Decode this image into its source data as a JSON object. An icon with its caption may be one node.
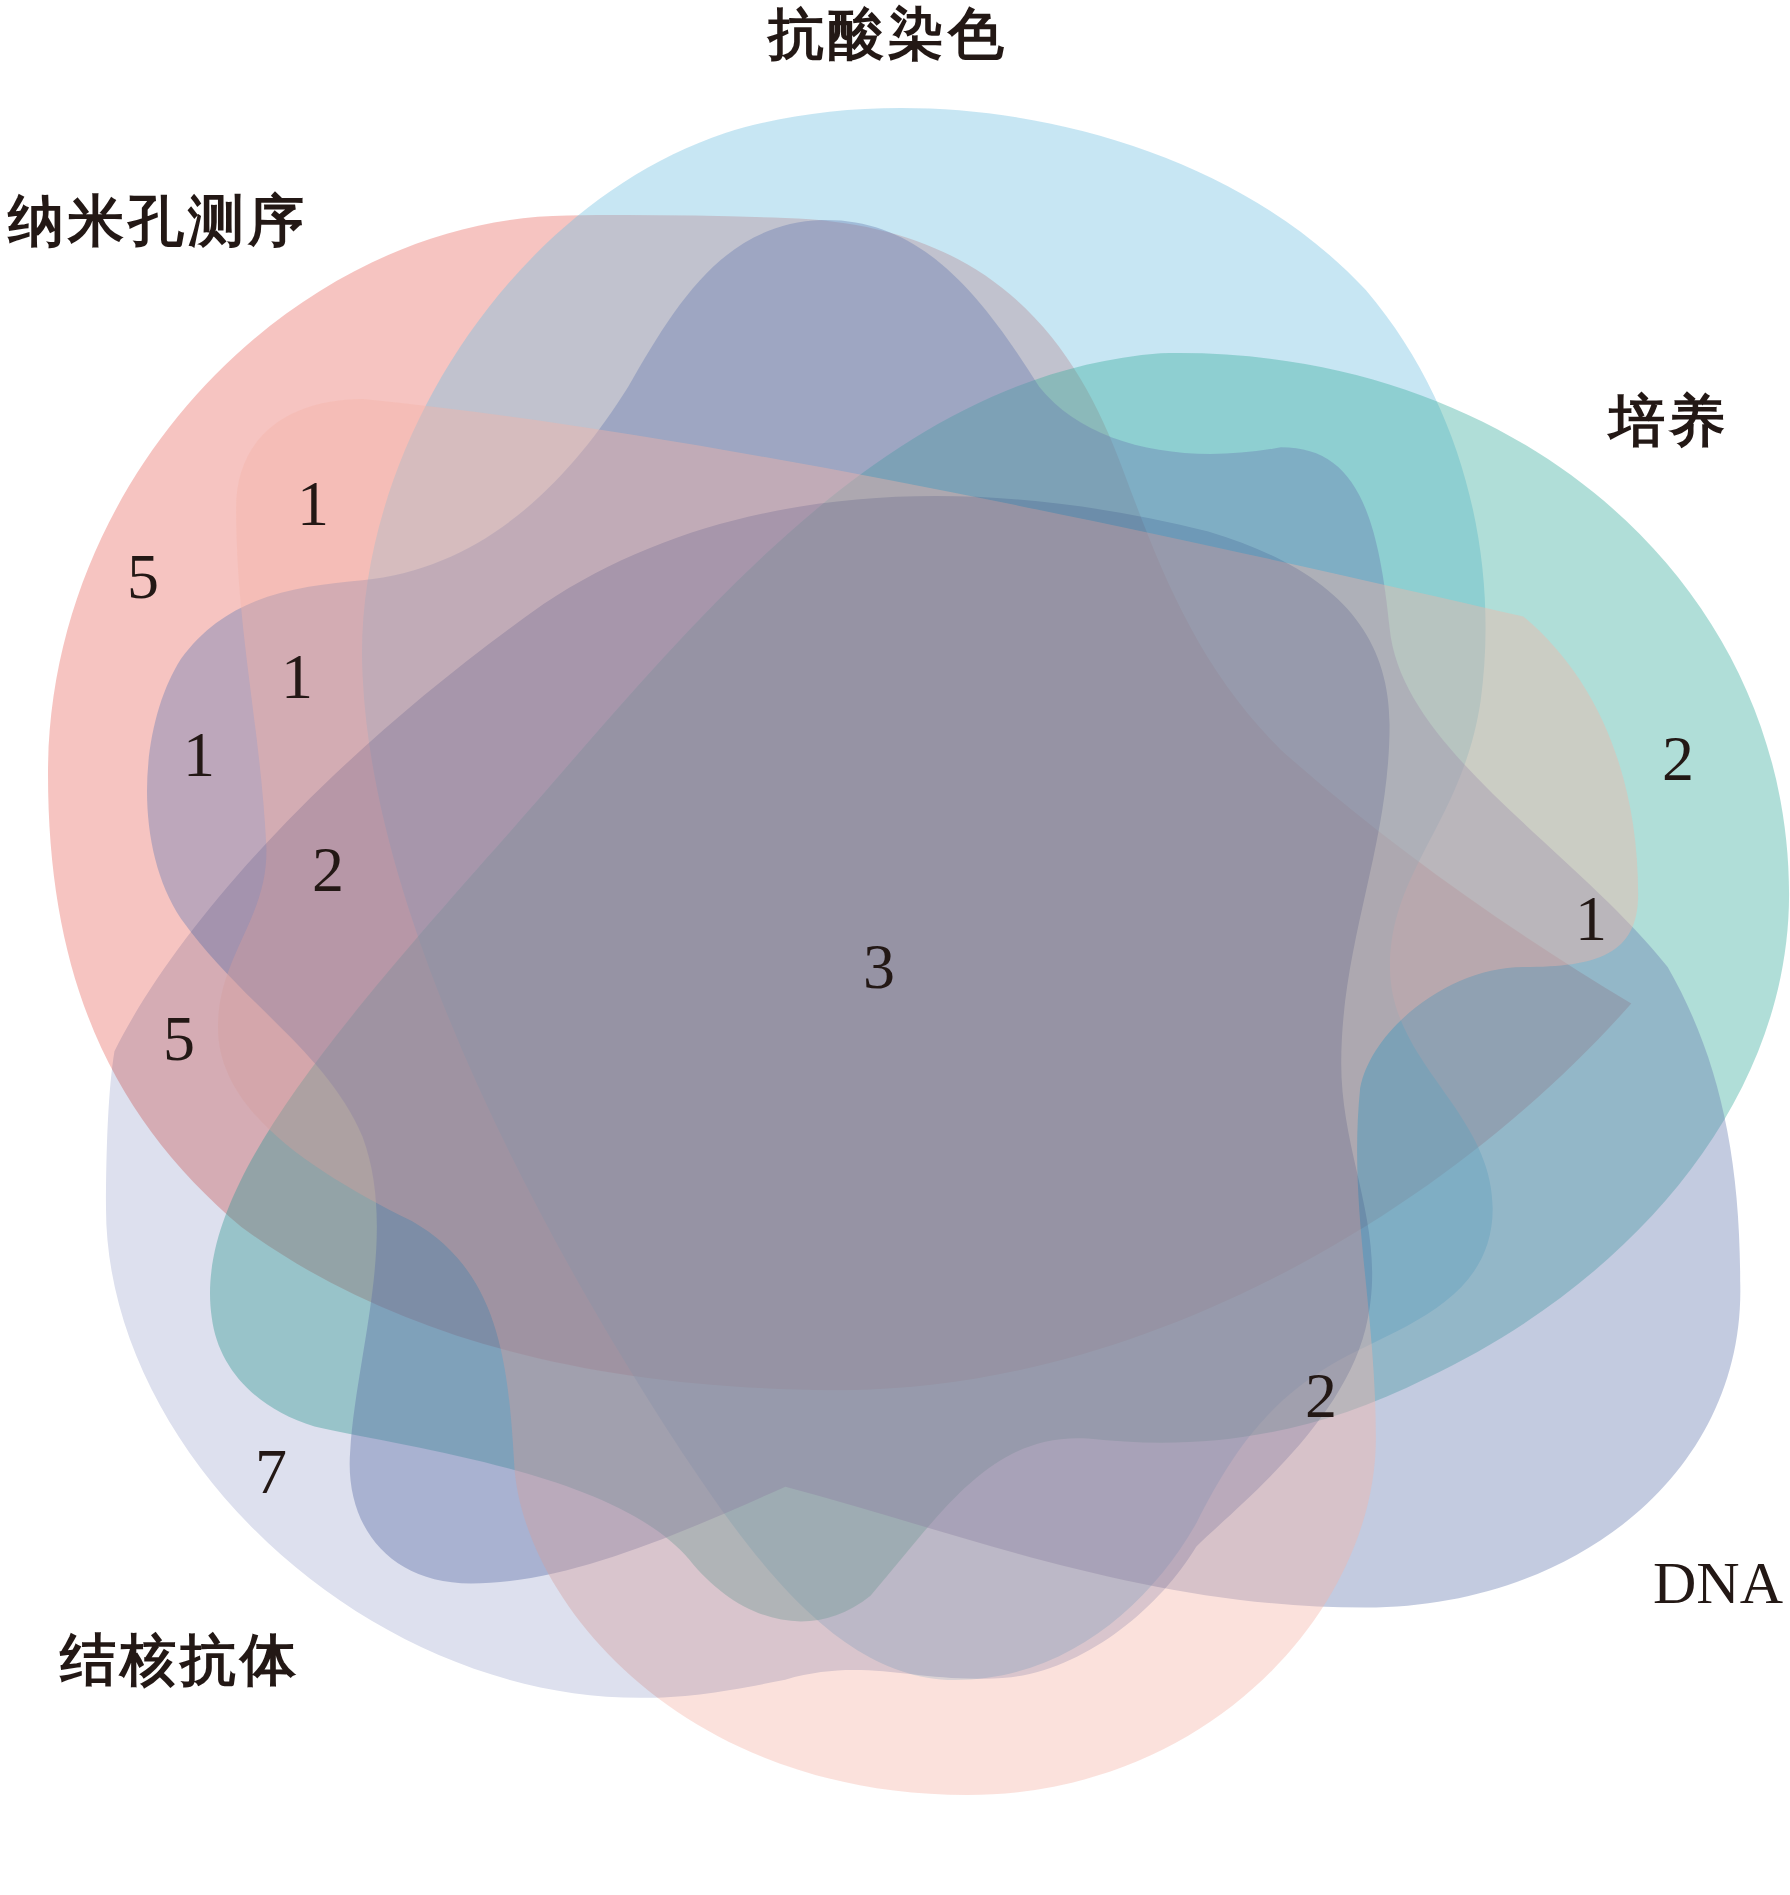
{
  "diagram": {
    "nodes": [
      {
        "text": [
          "抗酸染色"
        ]
      },
      {
        "text": [
          "纳米孔测序"
        ]
      },
      {
        "text": [
          "培养"
        ]
      },
      {
        "text": [
          "DNA"
        ]
      },
      {
        "text": [
          "结核抗体"
        ]
      },
      {
        "text": [],
        "shape": "blob"
      }
    ],
    "labels": [
      "1",
      "5",
      "1",
      "1",
      "2",
      "2",
      "1",
      "3",
      "5",
      "2",
      "7"
    ]
  }
}
